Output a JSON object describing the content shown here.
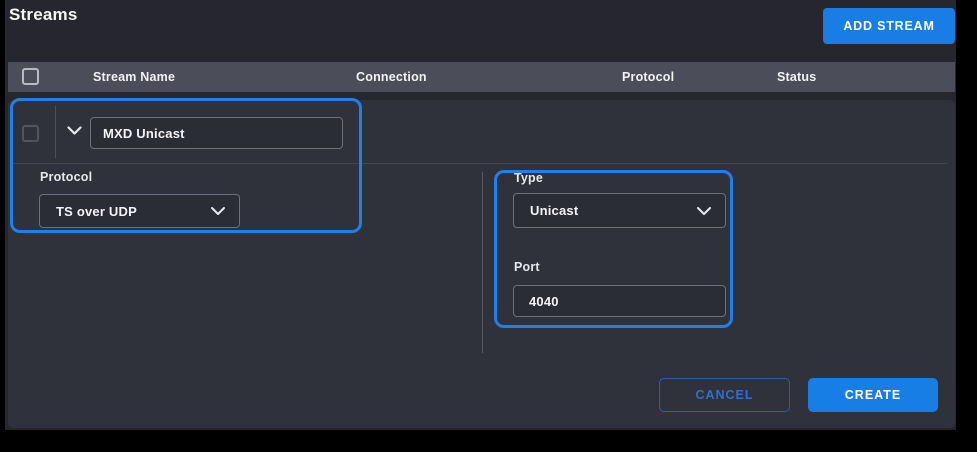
{
  "colors": {
    "background": "#000000",
    "panel_bg": "#26272e",
    "card_bg": "#30323b",
    "table_header_bg": "#4b4d58",
    "accent_blue": "#187de4",
    "callout_border_blue": "#1e80e8",
    "cancel_text_blue": "#2e6fd0",
    "text_primary": "#f4f4f6"
  },
  "header": {
    "title": "Streams",
    "add_button_label": "ADD STREAM"
  },
  "table": {
    "columns": {
      "name": "Stream Name",
      "connection": "Connection",
      "protocol": "Protocol",
      "status": "Status"
    }
  },
  "stream_form": {
    "name_value": "MXD Unicast",
    "protocol_label": "Protocol",
    "protocol_value": "TS over UDP",
    "type_label": "Type",
    "type_value": "Unicast",
    "port_label": "Port",
    "port_value": "4040",
    "cancel_label": "CANCEL",
    "create_label": "CREATE"
  },
  "icons": {
    "row_expander": "chevron-down-icon",
    "dropdowns": "chevron-down-icon"
  }
}
